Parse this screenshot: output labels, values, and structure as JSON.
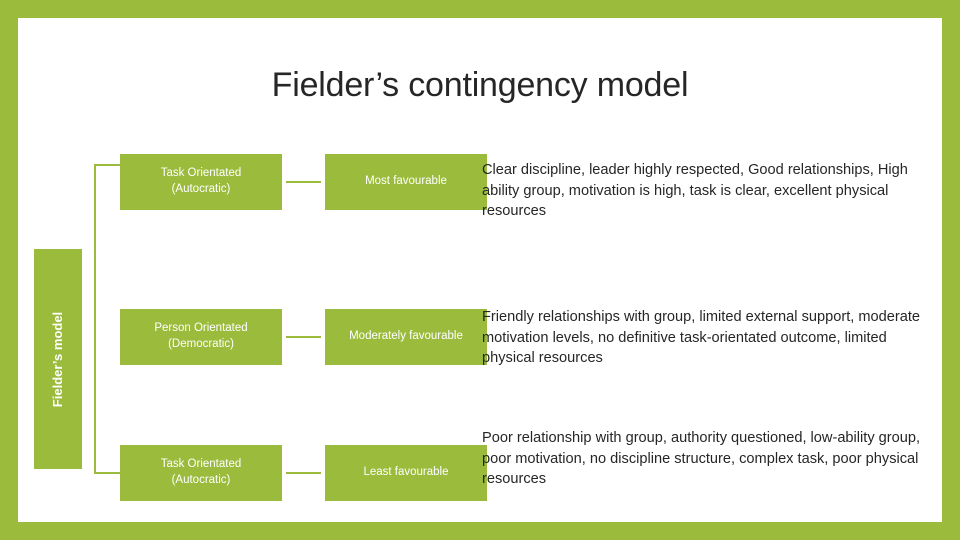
{
  "slide": {
    "title": "Fielder’s contingency model",
    "vertical_label": "Fielder’s model",
    "accent_color": "#9bbb3c",
    "text_color": "#262626"
  },
  "rows": [
    {
      "style_line1": "Task Orientated",
      "style_line2": "(Autocratic)",
      "favourability": "Most favourable",
      "description": "Clear discipline, leader highly respected, Good relationships, High ability group, motivation is high, task is clear, excellent physical resources"
    },
    {
      "style_line1": "Person Orientated",
      "style_line2": "(Democratic)",
      "favourability": "Moderately favourable",
      "description": "Friendly relationships with group, limited external support, moderate motivation levels, no definitive task-orientated outcome, limited physical resources"
    },
    {
      "style_line1": "Task Orientated",
      "style_line2": "(Autocratic)",
      "favourability": "Least favourable",
      "description": "Poor relationship with group,  authority questioned, low-ability group, poor motivation, no discipline structure, complex task, poor physical resources"
    }
  ]
}
